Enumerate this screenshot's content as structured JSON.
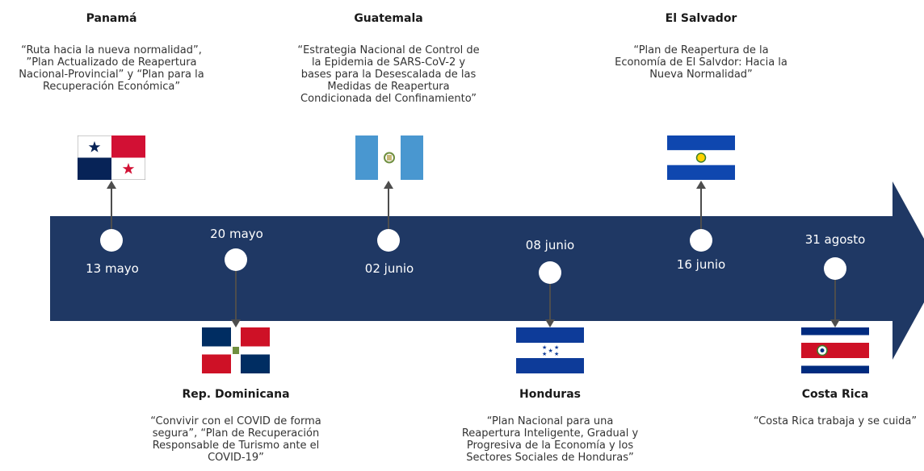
{
  "colors": {
    "band": "#1f3864",
    "connector": "#4d4d4d",
    "dot": "#ffffff"
  },
  "events": [
    {
      "country": "Panamá",
      "date": "13 mayo",
      "plan": "“Ruta hacia la nueva normalidad”,\n”Plan Actualizado de Reapertura\nNacional-Provincial” y “Plan para la\nRecuperación Económica”",
      "flag": "panama-flag"
    },
    {
      "country": "Rep. Dominicana",
      "date": "20  mayo",
      "plan": "“Convivir con el COVID de forma\nsegura”, “Plan de Recuperación\nResponsable de Turismo ante el\nCOVID-19”",
      "flag": "dominican-republic-flag"
    },
    {
      "country": "Guatemala",
      "date": "02 junio",
      "plan": "“Estrategia Nacional de Control de\nla Epidemia de SARS-CoV-2 y\nbases para la Desescalada de las\nMedidas de Reapertura\nCondicionada del Confinamiento”",
      "flag": "guatemala-flag"
    },
    {
      "country": "Honduras",
      "date": "08 junio",
      "plan": "“Plan Nacional para una\nReapertura Inteligente, Gradual y\nProgresiva de la Economía y los\nSectores Sociales de Honduras”",
      "flag": "honduras-flag"
    },
    {
      "country": "El Salvador",
      "date": "16 junio",
      "plan": "“Plan de Reapertura de la\nEconomía de El Salvdor: Hacia la\nNueva Normalidad”",
      "flag": "el-salvador-flag"
    },
    {
      "country": "Costa Rica",
      "date": "31 agosto",
      "plan": "“Costa Rica trabaja y se cuida”",
      "flag": "costa-rica-flag"
    }
  ]
}
